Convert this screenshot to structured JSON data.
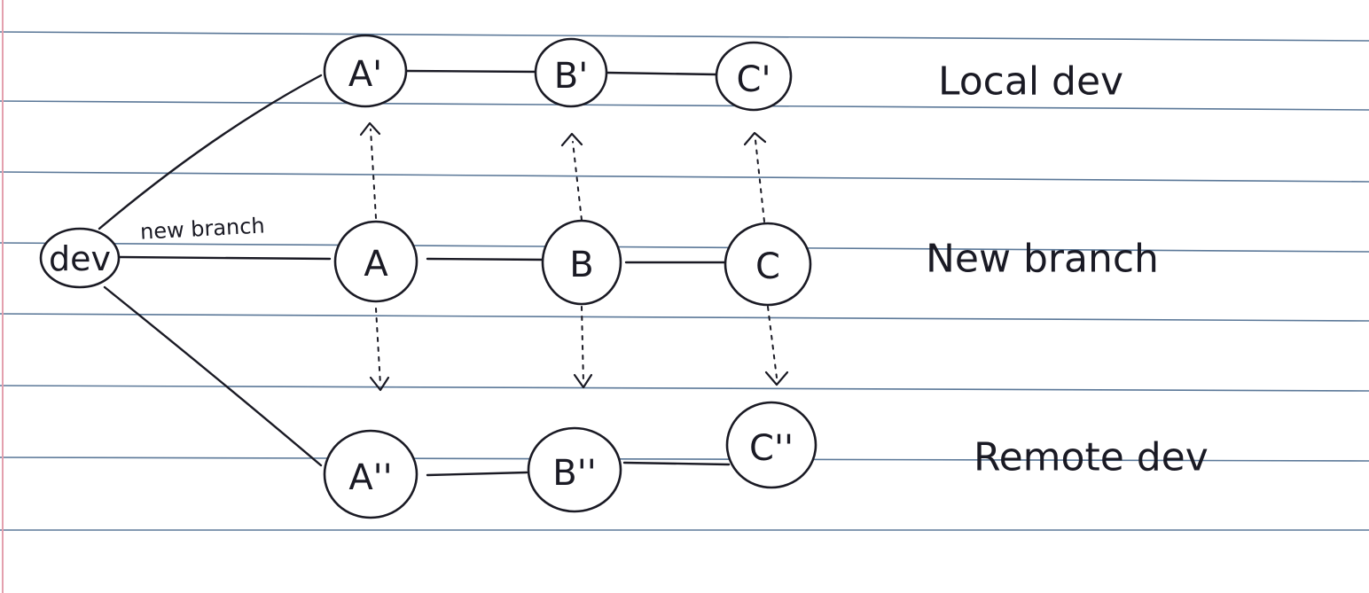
{
  "diagram": {
    "nodes": [
      {
        "id": "dev",
        "label": "dev"
      },
      {
        "id": "A1",
        "label": "A'"
      },
      {
        "id": "B1",
        "label": "B'"
      },
      {
        "id": "C1",
        "label": "C'"
      },
      {
        "id": "A",
        "label": "A"
      },
      {
        "id": "B",
        "label": "B"
      },
      {
        "id": "C",
        "label": "C"
      },
      {
        "id": "A2",
        "label": "A''"
      },
      {
        "id": "B2",
        "label": "B''"
      },
      {
        "id": "C2",
        "label": "C''"
      }
    ],
    "edges": [
      {
        "from": "dev",
        "to": "A1"
      },
      {
        "from": "dev",
        "to": "A",
        "label": "new branch"
      },
      {
        "from": "dev",
        "to": "A2"
      },
      {
        "from": "A1",
        "to": "B1"
      },
      {
        "from": "B1",
        "to": "C1"
      },
      {
        "from": "A",
        "to": "B"
      },
      {
        "from": "B",
        "to": "C"
      },
      {
        "from": "A2",
        "to": "B2"
      },
      {
        "from": "B2",
        "to": "C2"
      }
    ],
    "links": [
      {
        "from": "A",
        "to": "A1",
        "style": "dotted-arrow"
      },
      {
        "from": "A",
        "to": "A2",
        "style": "dotted-arrow"
      },
      {
        "from": "B",
        "to": "B1",
        "style": "dotted-arrow"
      },
      {
        "from": "B",
        "to": "B2",
        "style": "dotted-arrow"
      },
      {
        "from": "C",
        "to": "C1",
        "style": "dotted-arrow"
      },
      {
        "from": "C",
        "to": "C2",
        "style": "dotted-arrow"
      }
    ],
    "row_labels": {
      "local": "Local dev",
      "new": "New branch",
      "remote": "Remote dev"
    }
  },
  "colors": {
    "ink": "#1a1a24",
    "ruled_line": "#5b7898",
    "margin_line": "#e4a0ae",
    "paper": "#ffffff"
  }
}
